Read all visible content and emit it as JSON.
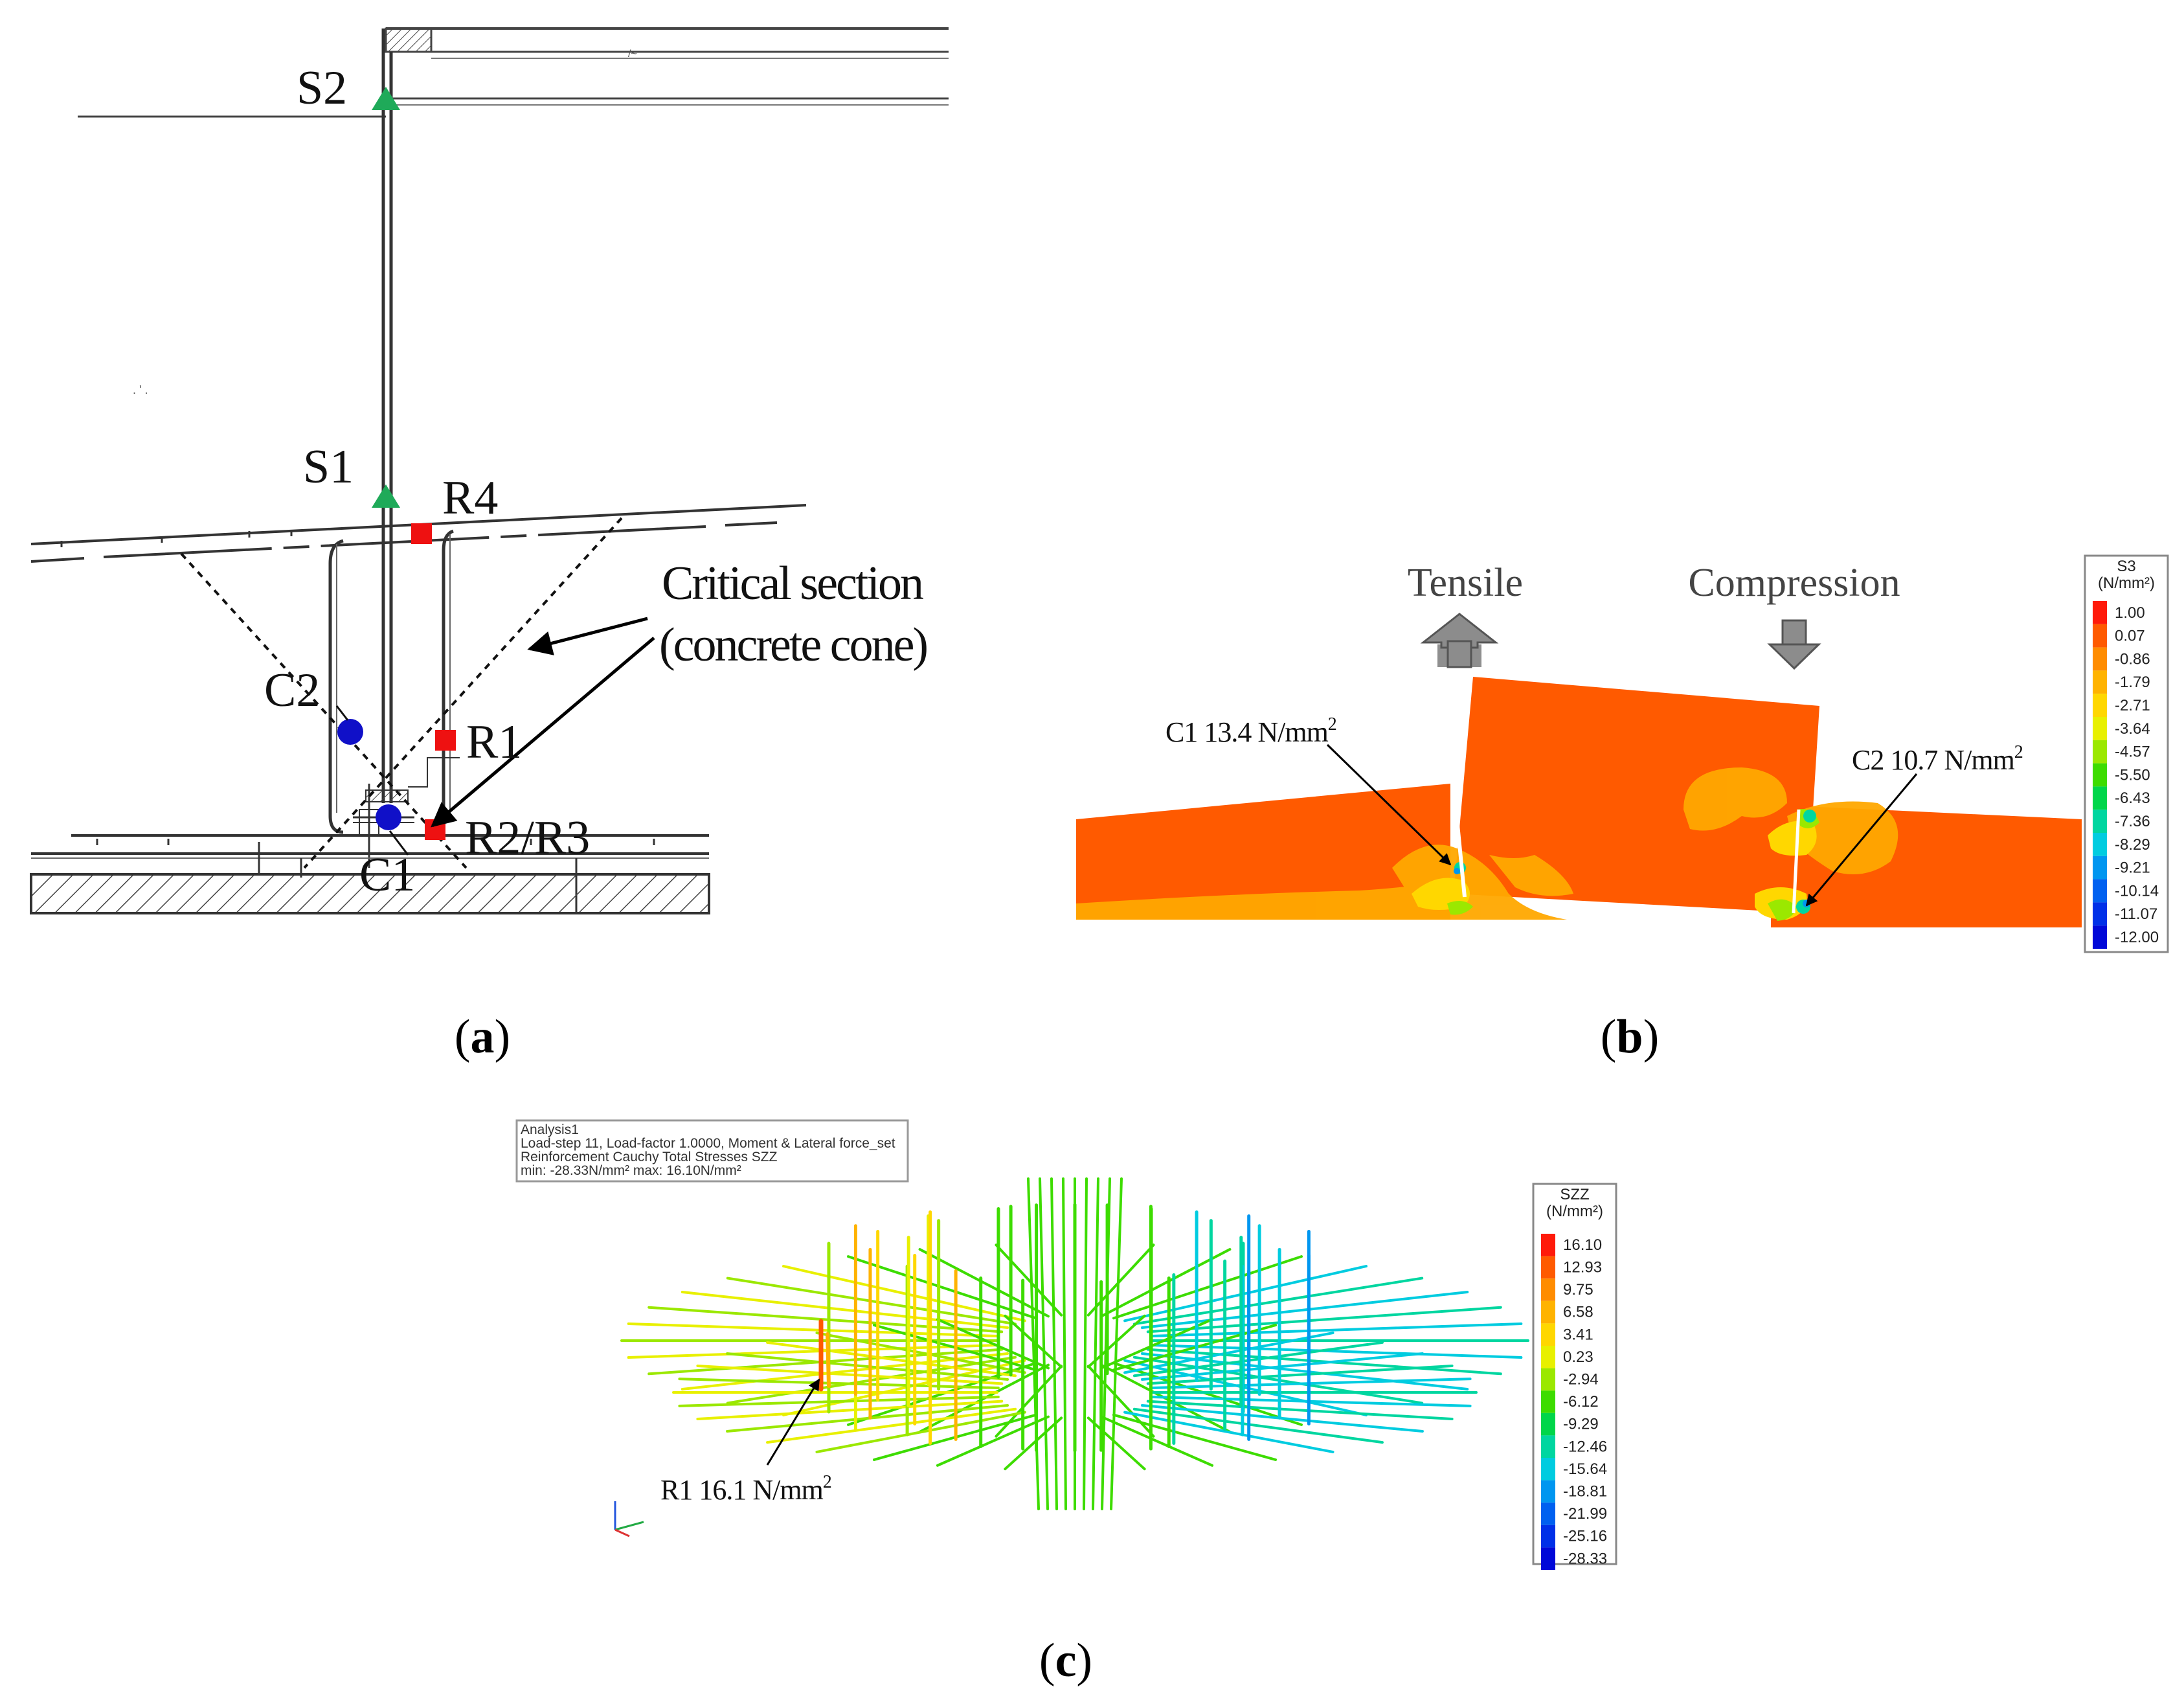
{
  "panel_a": {
    "caption": "a",
    "labels": {
      "s2": "S2",
      "s1": "S1",
      "r4": "R4",
      "c2": "C2",
      "r1": "R1",
      "c1": "C1",
      "r2r3": "R2/R3",
      "critical_line1": "Critical section",
      "critical_line2": "(concrete cone)"
    },
    "colors": {
      "strain_gauge_steel": "#1faa59",
      "strain_gauge_concrete": "#1010c8",
      "strain_gauge_rebar": "#ee1111"
    }
  },
  "panel_b": {
    "caption": "b",
    "arrow_left_label": "Tensile",
    "arrow_right_label": "Compression",
    "annotation_c1": "C1 13.4 N/mm",
    "annotation_c2": "C2 10.7 N/mm",
    "superscript": "2",
    "legend": {
      "title": "S3",
      "unit": "(N/mm²)",
      "values": [
        "1.00",
        "0.07",
        "-0.86",
        "-1.79",
        "-2.71",
        "-3.64",
        "-4.57",
        "-5.50",
        "-6.43",
        "-7.36",
        "-8.29",
        "-9.21",
        "-10.14",
        "-11.07",
        "-12.00"
      ],
      "colors": [
        "#ff1a0a",
        "#ff5a00",
        "#ff8c00",
        "#ffb300",
        "#ffd700",
        "#e8f000",
        "#9be800",
        "#3ddc00",
        "#00d64a",
        "#00d6a0",
        "#00cce0",
        "#0096f0",
        "#0060f0",
        "#0030e8",
        "#0008d8"
      ]
    }
  },
  "panel_c": {
    "caption": "c",
    "info_lines": [
      "Analysis1",
      "Load-step 11, Load-factor 1.0000, Moment & Lateral force_set",
      "Reinforcement Cauchy Total Stresses SZZ",
      "min: -28.33N/mm² max: 16.10N/mm²"
    ],
    "annotation_r1": "R1 16.1 N/mm",
    "superscript": "2",
    "legend": {
      "title": "SZZ",
      "unit": "(N/mm²)",
      "values": [
        "16.10",
        "12.93",
        "9.75",
        "6.58",
        "3.41",
        "0.23",
        "-2.94",
        "-6.12",
        "-9.29",
        "-12.46",
        "-15.64",
        "-18.81",
        "-21.99",
        "-25.16",
        "-28.33"
      ],
      "colors": [
        "#ff1a0a",
        "#ff5a00",
        "#ff8c00",
        "#ffb300",
        "#ffd700",
        "#e8f000",
        "#9be800",
        "#3ddc00",
        "#00d64a",
        "#00d6a0",
        "#00cce0",
        "#0096f0",
        "#0060f0",
        "#0030e8",
        "#0008d8"
      ]
    }
  }
}
